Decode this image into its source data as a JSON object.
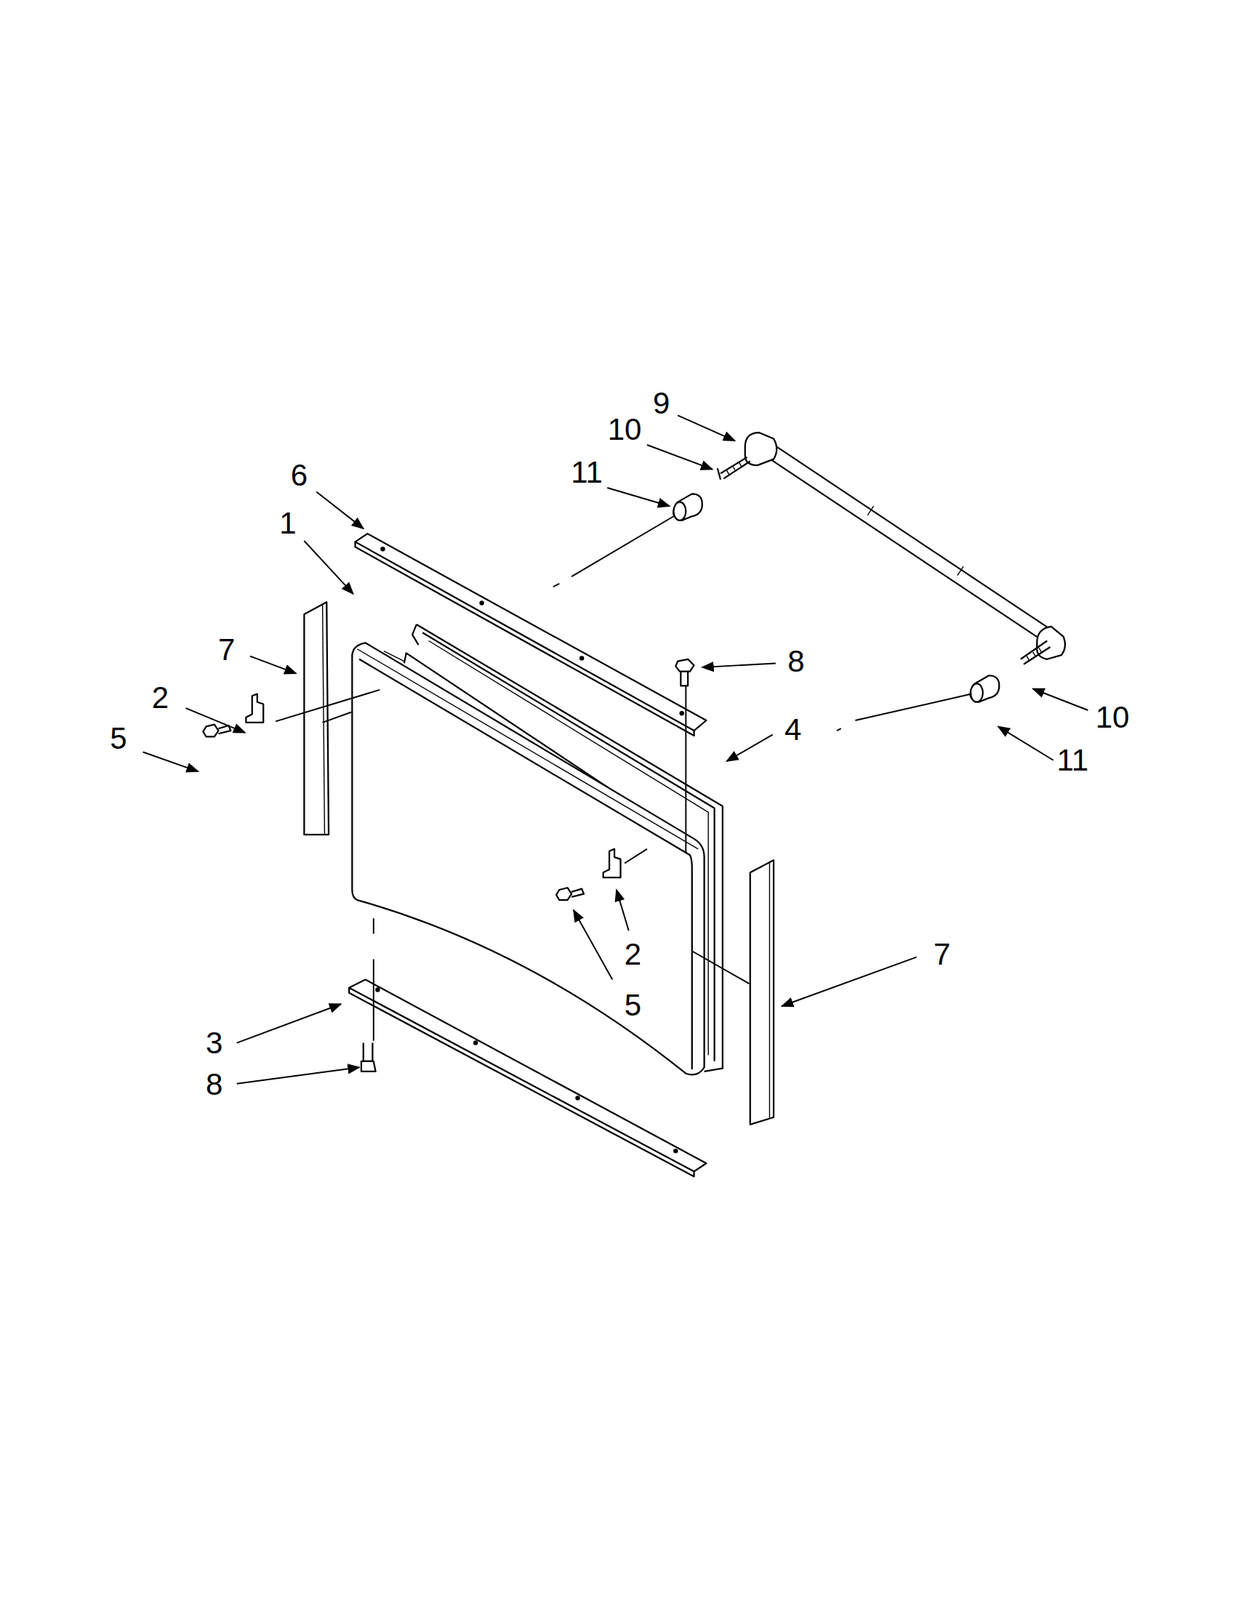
{
  "diagram": {
    "labels": [
      "9",
      "10",
      "11",
      "6",
      "1",
      "7",
      "8",
      "2",
      "10",
      "4",
      "5",
      "11",
      "7",
      "2",
      "5",
      "3",
      "8"
    ]
  }
}
